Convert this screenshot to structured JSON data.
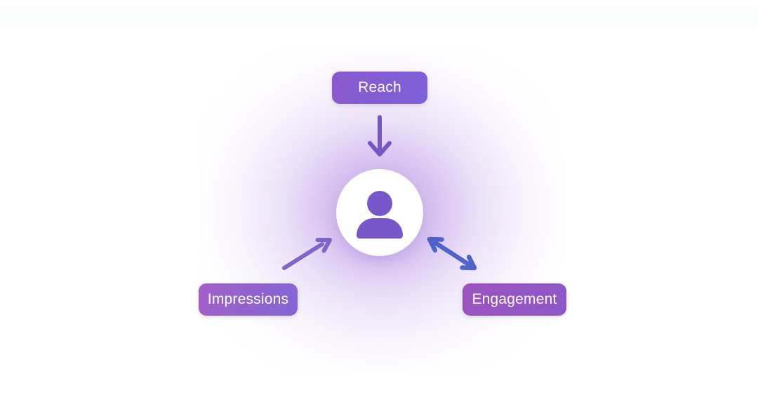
{
  "diagram": {
    "nodes": {
      "reach": {
        "label": "Reach"
      },
      "impressions": {
        "label": "Impressions"
      },
      "engagement": {
        "label": "Engagement"
      }
    },
    "center": {
      "icon": "person-icon"
    },
    "arrows": [
      {
        "name": "reach-to-center-arrow",
        "from": "reach",
        "to": "center",
        "direction": "one-way"
      },
      {
        "name": "impressions-to-center-arrow",
        "from": "impressions",
        "to": "center",
        "direction": "one-way"
      },
      {
        "name": "engagement-center-arrow",
        "from": "engagement",
        "to": "center",
        "direction": "two-way"
      }
    ],
    "colors": {
      "background": "#ffffff",
      "glow": "#bc99e9",
      "reach_node_gradient_start": "#8a58cd",
      "reach_node_gradient_end": "#7d62d8",
      "impressions_node_gradient_start": "#a160c6",
      "impressions_node_gradient_end": "#8465d6",
      "engagement_node_gradient_start": "#9b53bd",
      "engagement_node_gradient_end": "#8d57c8",
      "person_icon": "#7758c9",
      "down_arrow": "#7358c2",
      "impressions_arrow": "#7b68c4",
      "engagement_arrow": "#5063c6",
      "node_text": "#ffffff"
    }
  }
}
